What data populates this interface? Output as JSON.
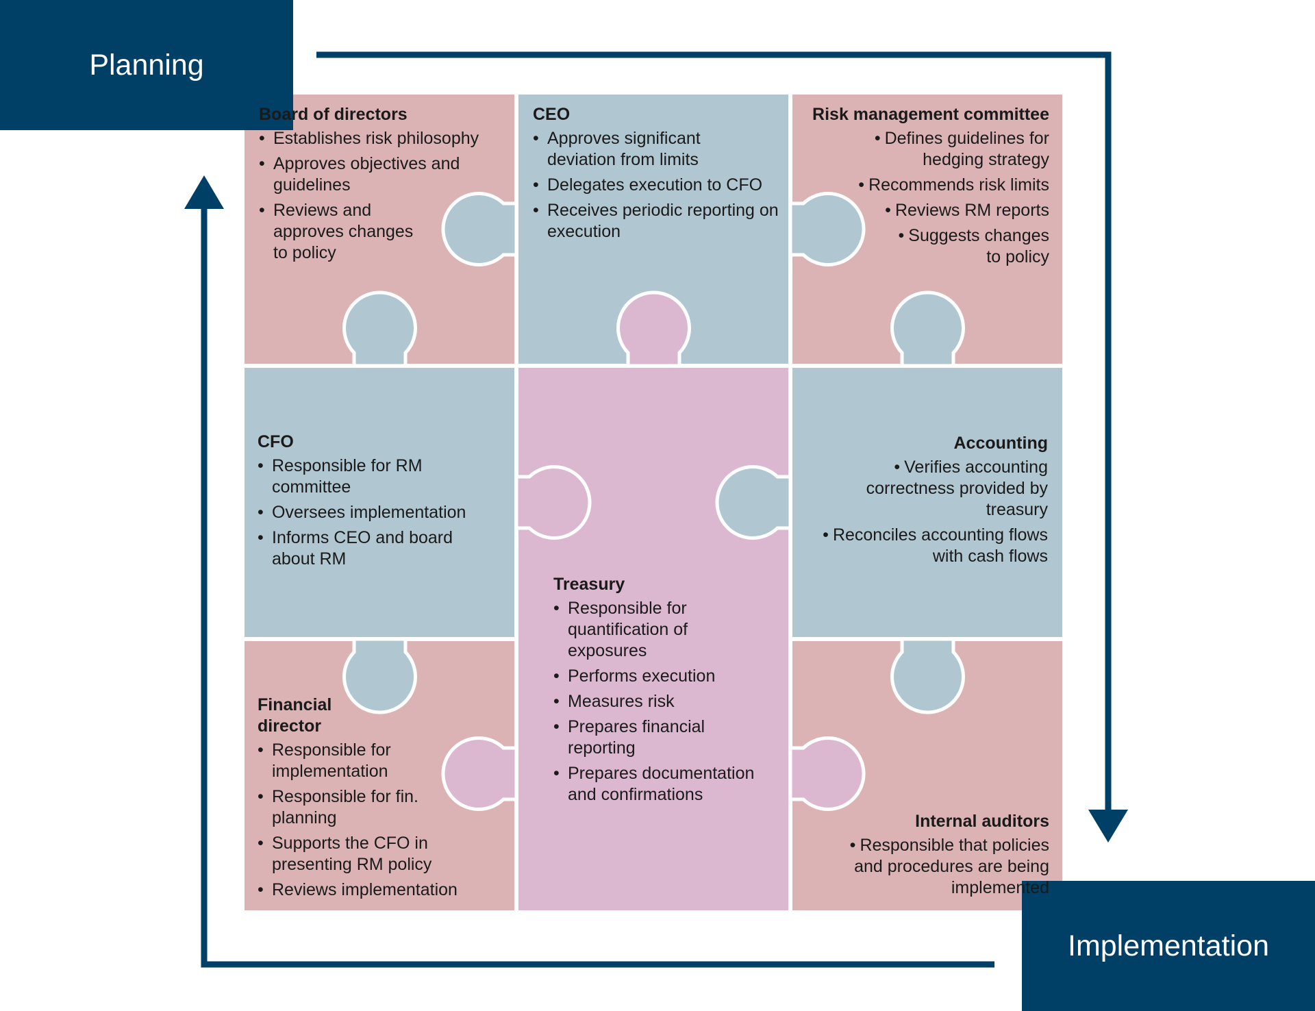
{
  "labels": {
    "planning": "Planning",
    "implementation": "Implementation"
  },
  "colors": {
    "navy": "#003f66",
    "rose": "#dcb3b5",
    "steel": "#b0c6d1",
    "mauve": "#dbb8cf"
  },
  "pieces": {
    "board": {
      "title": "Board of directors",
      "items": [
        "Establishes risk philosophy",
        "Approves objectives and guidelines",
        "Reviews and approves changes to policy"
      ]
    },
    "ceo": {
      "title": "CEO",
      "items": [
        "Approves significant deviation from limits",
        "Delegates execution to CFO",
        "Receives periodic reporting on execution"
      ]
    },
    "rmc": {
      "title": "Risk management committee",
      "items": [
        "Defines guidelines for hedging strategy",
        "Recommends risk limits",
        "Reviews RM reports",
        "Suggests changes to policy"
      ]
    },
    "cfo": {
      "title": "CFO",
      "items": [
        "Responsible for RM committee",
        "Oversees implementation",
        "Informs CEO and board about RM"
      ]
    },
    "treasury": {
      "title": "Treasury",
      "items": [
        "Responsible for quantification of exposures",
        "Performs execution",
        "Measures risk",
        "Prepares financial reporting",
        "Prepares documentation and confirmations"
      ]
    },
    "accounting": {
      "title": "Accounting",
      "items": [
        "Verifies accounting correctness provided by treasury",
        "Reconciles accounting flows with cash flows"
      ]
    },
    "findir": {
      "title": "Financial director",
      "items": [
        "Responsible for implementation",
        "Responsible for fin. planning",
        "Supports the CFO in presenting RM policy",
        "Reviews implementation"
      ]
    },
    "auditors": {
      "title": "Internal auditors",
      "items": [
        "Responsible that policies and procedures are being implemented"
      ]
    }
  }
}
